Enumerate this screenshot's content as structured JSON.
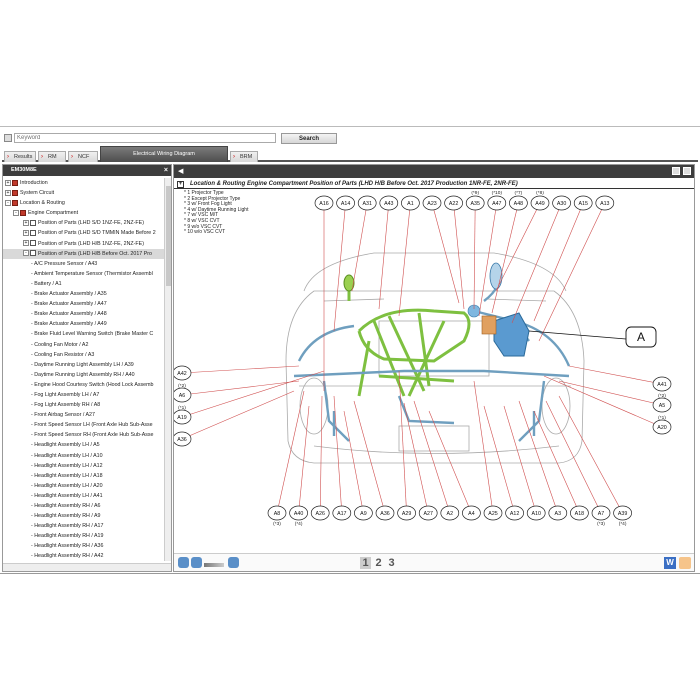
{
  "search": {
    "placeholder": "Keyword",
    "button_label": "Search"
  },
  "tabs": [
    {
      "label": "Results"
    },
    {
      "label": "RM"
    },
    {
      "label": "NCF"
    },
    {
      "label": "Electrical Wiring Diagram"
    },
    {
      "label": "BRM"
    }
  ],
  "left_panel": {
    "title": "EM30M8E",
    "close_icon": "close-icon",
    "tree": [
      {
        "label": "Introduction",
        "level": 0,
        "icon": "book-icon"
      },
      {
        "label": "System Circuit",
        "level": 0,
        "icon": "book-icon"
      },
      {
        "label": "Location & Routing",
        "level": 0,
        "icon": "book-open-icon"
      },
      {
        "label": "Engine Compartment",
        "level": 1,
        "icon": "book-open-icon"
      },
      {
        "label": "Position of Parts (LHD S/D 1NZ-FE, 2NZ-FE)",
        "level": 2,
        "icon": "page-icon"
      },
      {
        "label": "Position of Parts (LHD S/D TMMIN Made Before 2",
        "level": 2,
        "icon": "page-icon"
      },
      {
        "label": "Position of Parts (LHD H/B 1NZ-FE, 2NZ-FE)",
        "level": 2,
        "icon": "page-icon"
      },
      {
        "label": "Position of Parts (LHD H/B Before Oct. 2017 Pro",
        "level": 2,
        "icon": "page-icon",
        "selected": true
      },
      {
        "label": "- A/C Pressure Sensor / A43",
        "level": 3
      },
      {
        "label": "- Ambient Temperature Sensor (Thermistor Assembl",
        "level": 3
      },
      {
        "label": "- Battery / A1",
        "level": 3
      },
      {
        "label": "- Brake Actuator Assembly / A35",
        "level": 3
      },
      {
        "label": "- Brake Actuator Assembly / A47",
        "level": 3
      },
      {
        "label": "- Brake Actuator Assembly / A48",
        "level": 3
      },
      {
        "label": "- Brake Actuator Assembly / A49",
        "level": 3
      },
      {
        "label": "- Brake Fluid Level Warning Switch (Brake Master C",
        "level": 3
      },
      {
        "label": "- Cooling Fan Motor / A2",
        "level": 3
      },
      {
        "label": "- Cooling Fan Resistor / A3",
        "level": 3
      },
      {
        "label": "- Daytime Running Light Assembly LH / A39",
        "level": 3
      },
      {
        "label": "- Daytime Running Light Assembly RH / A40",
        "level": 3
      },
      {
        "label": "- Engine Hood Courtesy Switch (Hood Lock Assemb",
        "level": 3
      },
      {
        "label": "- Fog Light Assembly LH / A7",
        "level": 3
      },
      {
        "label": "- Fog Light Assembly RH / A8",
        "level": 3
      },
      {
        "label": "- Front Airbag Sensor / A27",
        "level": 3
      },
      {
        "label": "- Front Speed Sensor LH (Front Axle Hub Sub-Asse",
        "level": 3
      },
      {
        "label": "- Front Speed Sensor RH (Front Axle Hub Sub-Asse",
        "level": 3
      },
      {
        "label": "- Headlight Assembly LH / A5",
        "level": 3
      },
      {
        "label": "- Headlight Assembly LH / A10",
        "level": 3
      },
      {
        "label": "- Headlight Assembly LH / A12",
        "level": 3
      },
      {
        "label": "- Headlight Assembly LH / A18",
        "level": 3
      },
      {
        "label": "- Headlight Assembly LH / A20",
        "level": 3
      },
      {
        "label": "- Headlight Assembly LH / A41",
        "level": 3
      },
      {
        "label": "- Headlight Assembly RH / A6",
        "level": 3
      },
      {
        "label": "- Headlight Assembly RH / A9",
        "level": 3
      },
      {
        "label": "- Headlight Assembly RH / A17",
        "level": 3
      },
      {
        "label": "- Headlight Assembly RH / A19",
        "level": 3
      },
      {
        "label": "- Headlight Assembly RH / A36",
        "level": 3
      },
      {
        "label": "- Headlight Assembly RH / A42",
        "level": 3
      }
    ]
  },
  "diagram": {
    "title": "Location & Routing  Engine Compartment  Position of Parts (LHD H/B Before Oct. 2017 Production 1NR-FE, 2NR-FE)",
    "notes": [
      "* 1 Projector Type",
      "* 2 Except Projector Type",
      "* 3 w/ Front Fog Light",
      "* 4 w/ Daytime Running Light",
      "* 7 w/ VSC M/T",
      "* 8 w/ VSC CVT",
      "* 9 w/o VSC CVT",
      "* 10 w/o VSC CVT"
    ],
    "top_connectors": [
      "A16",
      "A14",
      "A31",
      "A43",
      "A1",
      "A23",
      "A22",
      "A35",
      "A47",
      "A48",
      "A49",
      "A30",
      "A15",
      "A13"
    ],
    "top_notes": [
      "",
      "",
      "",
      "",
      "",
      "",
      "",
      "(*9)",
      "(*10)",
      "(*7)",
      "(*8)",
      "",
      "",
      ""
    ],
    "bottom_connectors": [
      "A8",
      "A40",
      "A26",
      "A17",
      "A9",
      "A36",
      "A29",
      "A27",
      "A2",
      "A4",
      "A25",
      "A12",
      "A10",
      "A3",
      "A18",
      "A7",
      "A39"
    ],
    "bottom_notes": [
      "(*3)",
      "(*4)",
      "",
      "",
      "",
      "",
      "",
      "",
      "",
      "",
      "",
      "",
      "",
      "",
      "",
      "(*3)",
      "(*4)"
    ],
    "left_connectors": [
      "A42",
      "A6",
      "A19",
      "A36"
    ],
    "left_notes": [
      "",
      "(*2)",
      "(*1)",
      ""
    ],
    "right_connectors": [
      "A41",
      "A5",
      "A20"
    ],
    "right_notes": [
      "",
      "(*2)",
      "(*1)"
    ],
    "callout": "A",
    "pages": [
      "1",
      "2",
      "3"
    ],
    "current_page": "1"
  }
}
